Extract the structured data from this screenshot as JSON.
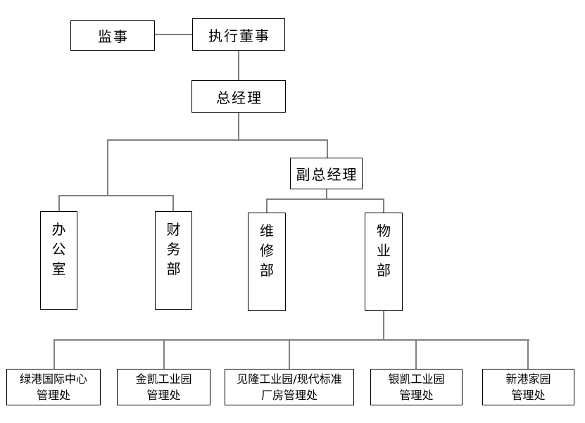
{
  "diagram": {
    "type": "org-chart",
    "colors": {
      "background": "#ffffff",
      "box_border": "#000000",
      "connector": "#808080",
      "text": "#000000"
    },
    "nodes": {
      "supervisor": {
        "label": "监事"
      },
      "executive_director": {
        "label": "执行董事"
      },
      "general_manager": {
        "label": "总经理"
      },
      "deputy_general_manager": {
        "label": "副总经理"
      },
      "office": {
        "label": "办公室"
      },
      "finance_dept": {
        "label": "财务部"
      },
      "maintenance_dept": {
        "label": "维修部"
      },
      "property_dept": {
        "label": "物业部"
      },
      "lvgang_mgmt": {
        "label": "绿港国际中心\n管理处"
      },
      "jinkai_mgmt": {
        "label": "金凯工业园\n管理处"
      },
      "jianlong_mgmt": {
        "label": "见隆工业园/现代标准\n厂房管理处"
      },
      "yinkai_mgmt": {
        "label": "银凯工业园\n管理处"
      },
      "xingang_mgmt": {
        "label": "新港家园\n管理处"
      }
    }
  }
}
